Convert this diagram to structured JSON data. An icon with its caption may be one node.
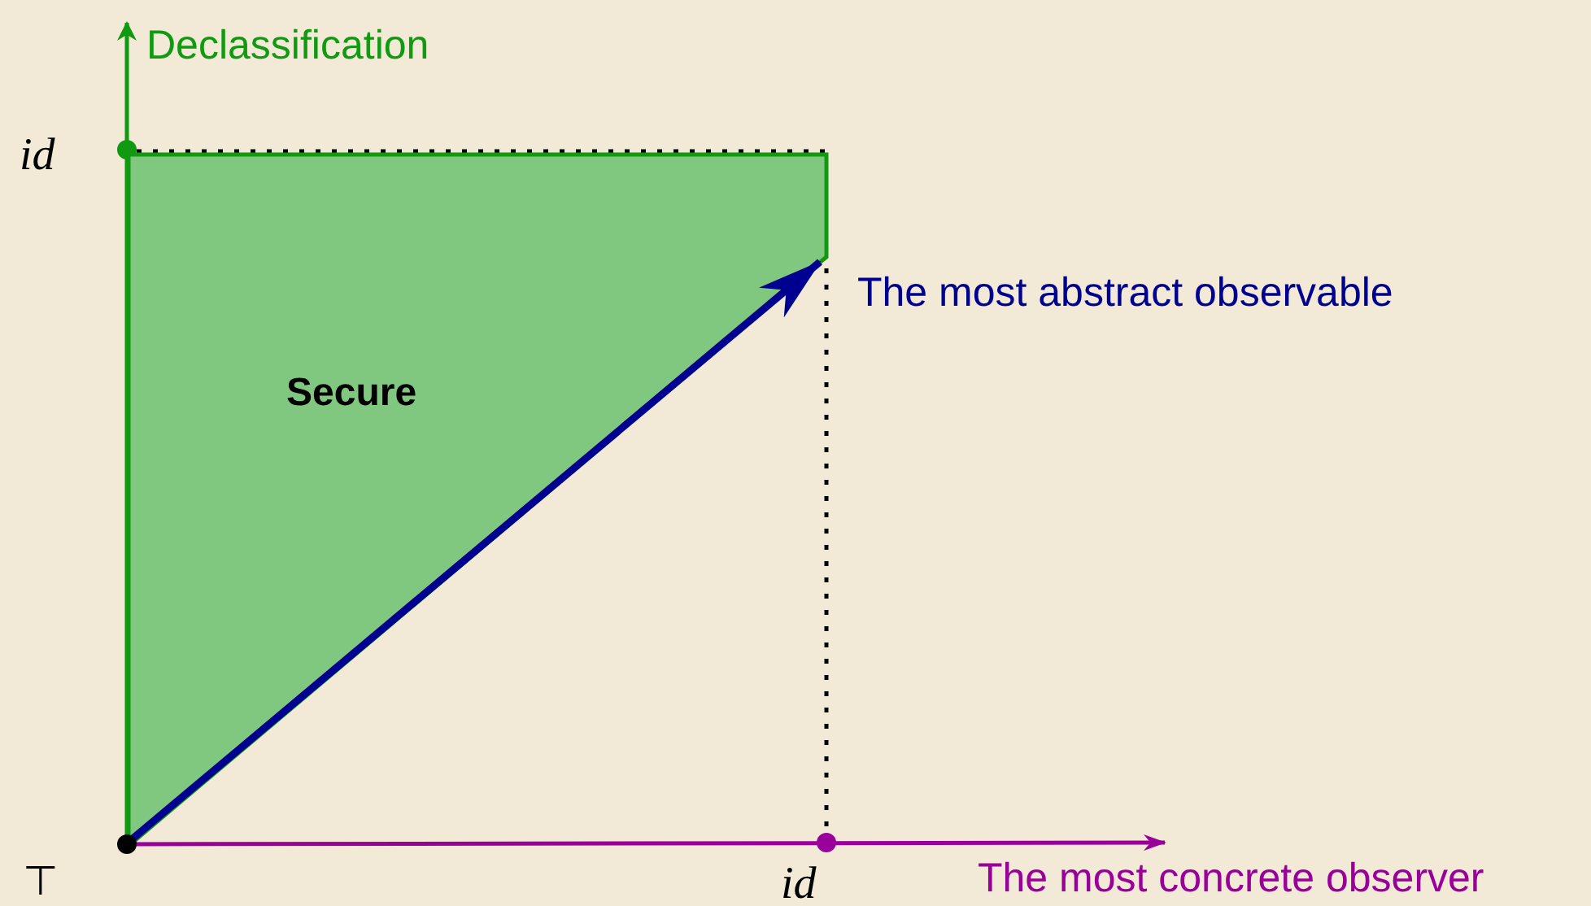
{
  "diagram": {
    "nodes": [
      {
        "text": [
          "The most abstract observable"
        ]
      },
      {
        "text": [
          "Secure"
        ]
      },
      {
        "text": [],
        "shape": "circle",
        "beside": [
          "⊤"
        ]
      }
    ],
    "edges": [
      {
        "from": 2,
        "to": 0,
        "arrow": "to"
      }
    ],
    "labels": [
      "Declassification",
      "id",
      "id",
      "The most concrete observer"
    ]
  }
}
